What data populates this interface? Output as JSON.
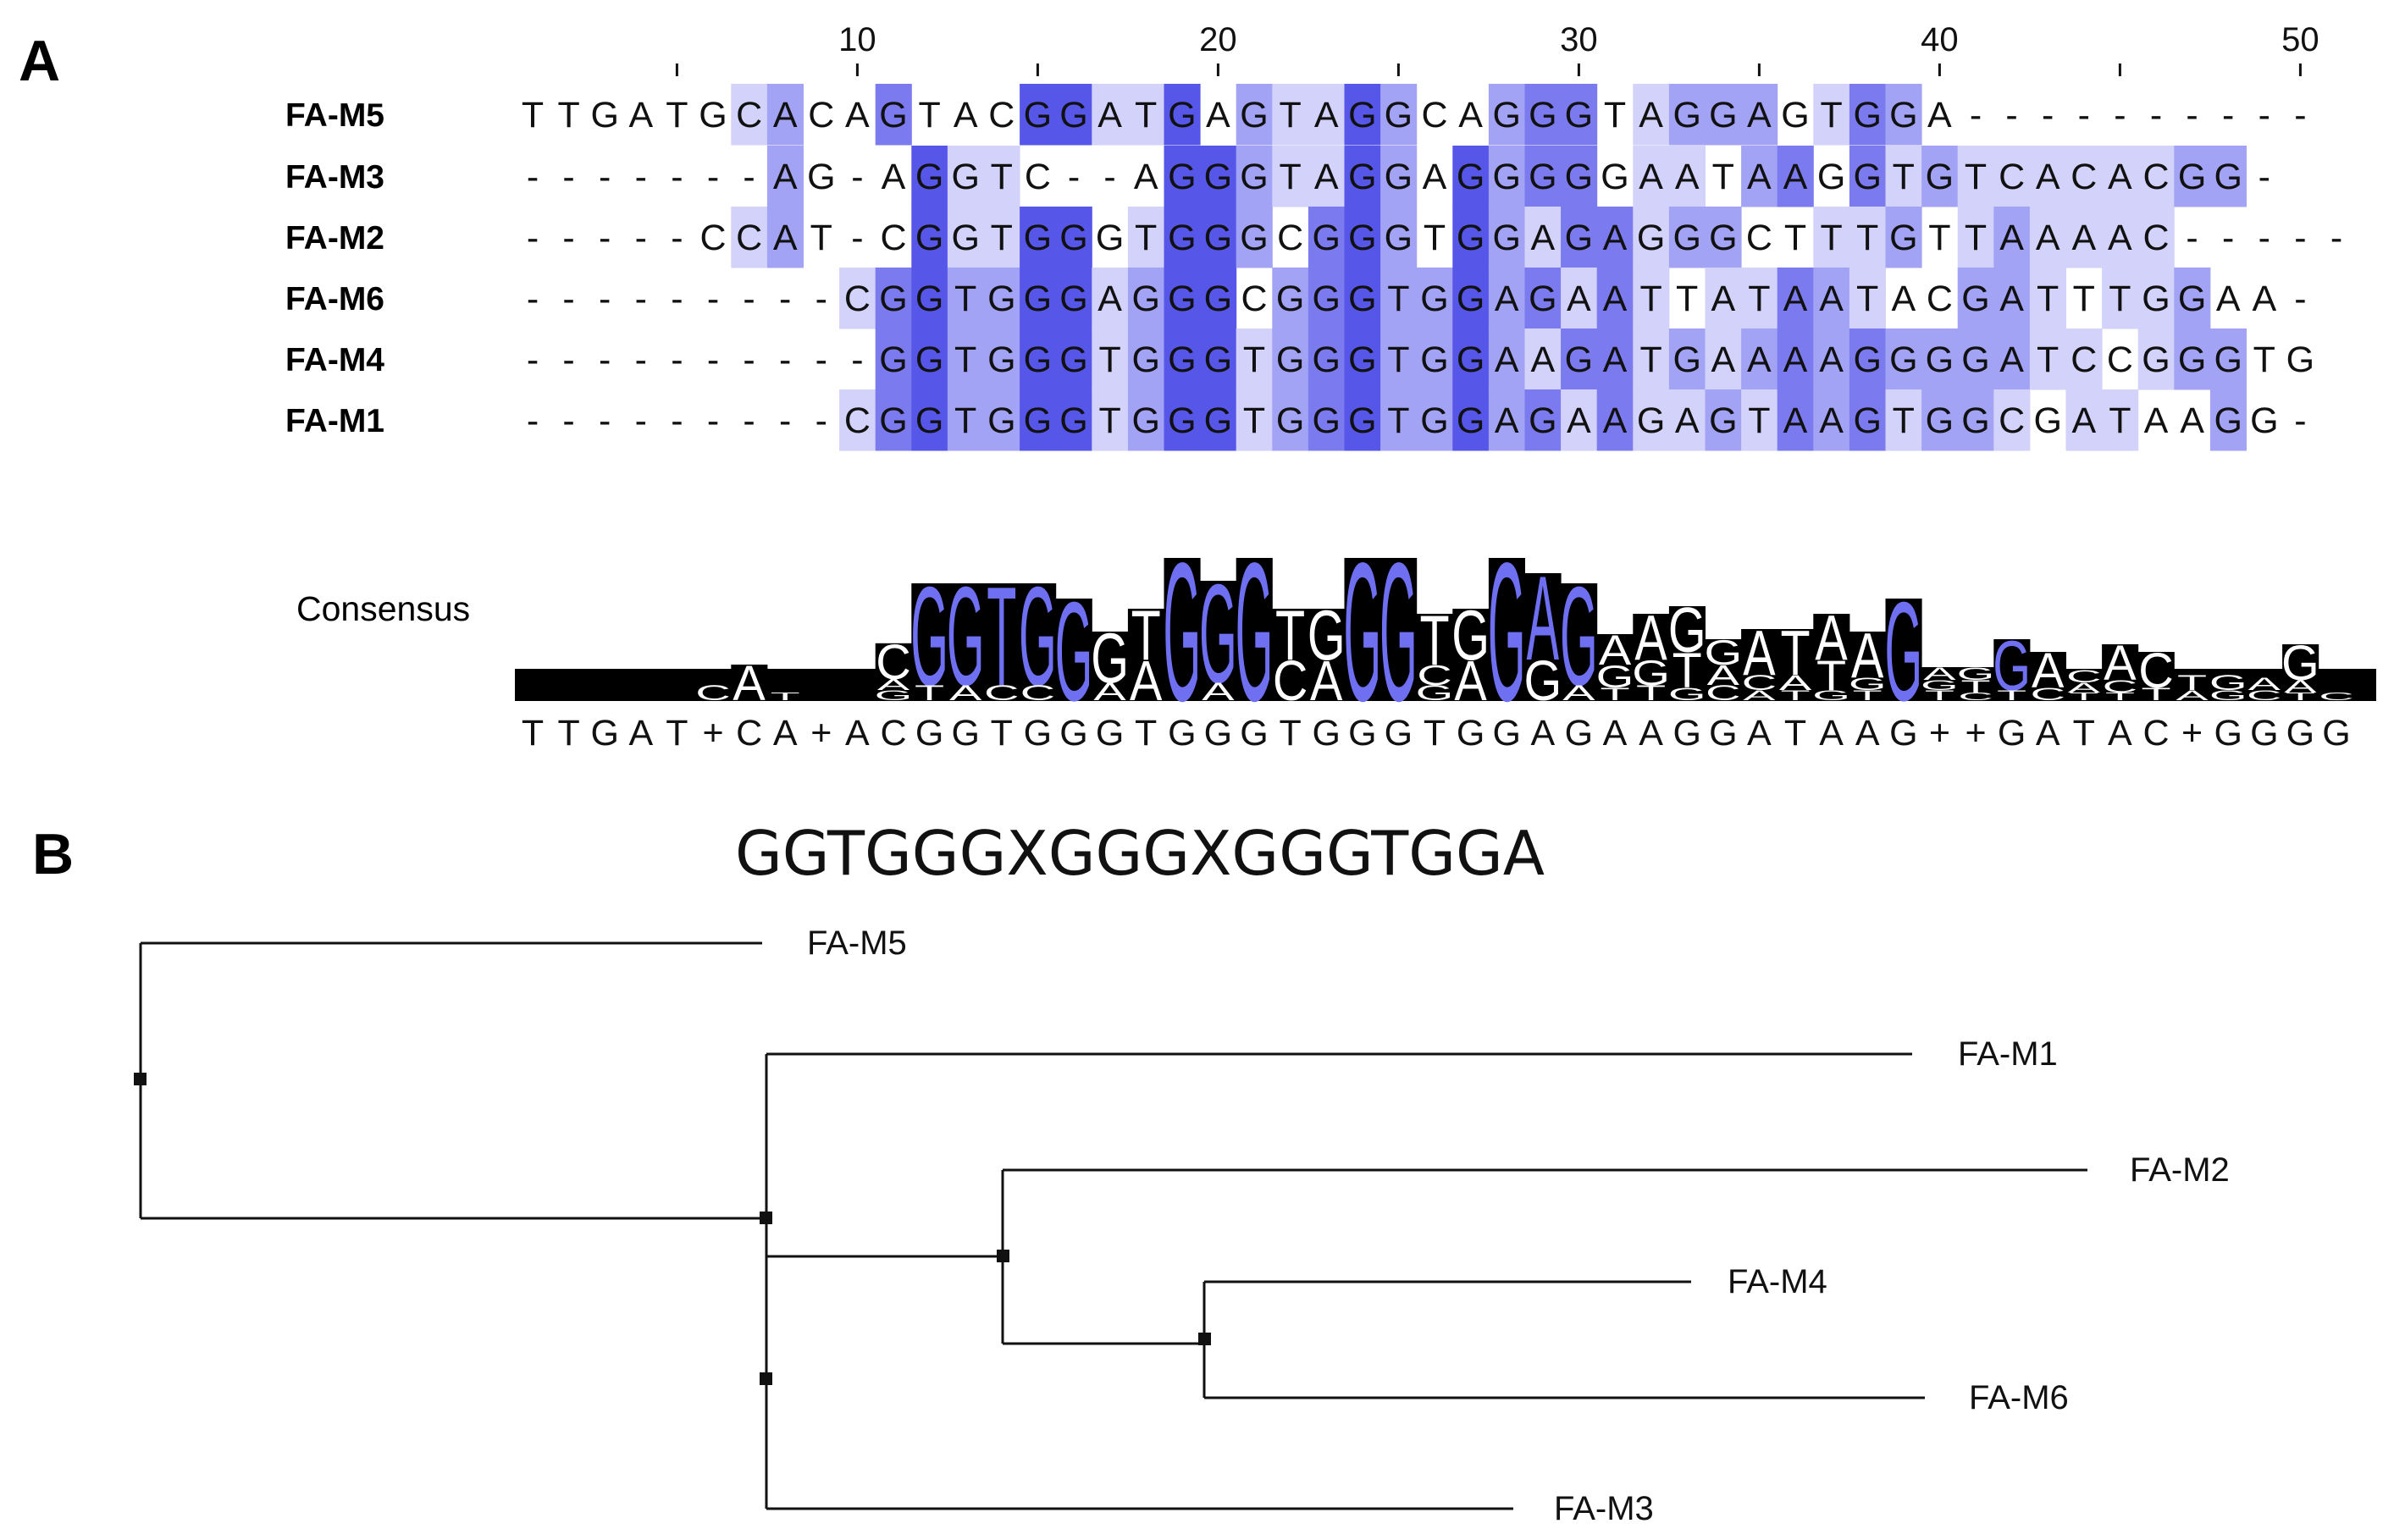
{
  "panel_a": {
    "label": "A",
    "ruler_ticks": [
      10,
      20,
      30,
      40,
      50
    ],
    "rows": [
      {
        "name": "FA-M5",
        "seq": "TTGATGCACAGTACGGATGAGTAGGCAGGGTAGGAGTGGA----------"
      },
      {
        "name": "FA-M3",
        "seq": "-------AG-AGGTC--AGGGTAGGAGGGGGAATAAGGTGTCACACGG-"
      },
      {
        "name": "FA-M2",
        "seq": "-----CCAT-CGGTGGGTGGGCGGGTGGAGAGGGCTTTGTTAAAAC-----"
      },
      {
        "name": "FA-M6",
        "seq": "---------CGGTGGGAGGGCGGGTGGAGAATTATAATACGATTTGGAA-"
      },
      {
        "name": "FA-M4",
        "seq": "----------GGTGGGTGGGTGGGTGGAAGATGAAAAGGGGATCCGGGTG"
      },
      {
        "name": "FA-M1",
        "seq": "---------CGGTGGGTGGGTGGGTGGAGAAGAGTAAGTGGCGATAAGG-"
      }
    ],
    "consensus_label": "Consensus",
    "consensus_seq": "TTGAT+CA+ACGGTGGGTGGGTGGGTGGAGAAGGATAAG++GATAC+GGGG",
    "logo_colors": {
      "background": "#000000",
      "letter_dominant": "#6f6ff2",
      "letter_other": "#ffffff"
    },
    "shade_colors": [
      "#d2d2fb",
      "#a3a3f5",
      "#7b7bef",
      "#5656e8"
    ],
    "logo": [
      [],
      [],
      [],
      [],
      [],
      [
        {
          "c": "C",
          "s": 0.3
        }
      ],
      [
        {
          "c": "A",
          "s": 0.7
        }
      ],
      [
        {
          "c": "T",
          "s": 0.15
        }
      ],
      [],
      [],
      [
        {
          "c": "C",
          "s": 0.7
        },
        {
          "c": "A",
          "s": 0.22
        },
        {
          "c": "G",
          "s": 0.2
        }
      ],
      [
        {
          "c": "G",
          "s": 2.0,
          "d": true
        },
        {
          "c": "T",
          "s": 0.3
        }
      ],
      [
        {
          "c": "G",
          "s": 2.0,
          "d": true
        },
        {
          "c": "A",
          "s": 0.3
        }
      ],
      [
        {
          "c": "T",
          "s": 2.0,
          "d": true
        },
        {
          "c": "C",
          "s": 0.3
        }
      ],
      [
        {
          "c": "G",
          "s": 2.0,
          "d": true
        },
        {
          "c": "C",
          "s": 0.3
        }
      ],
      [
        {
          "c": "G",
          "s": 2.0,
          "d": true
        }
      ],
      [
        {
          "c": "G",
          "s": 1.0
        },
        {
          "c": "A",
          "s": 0.35
        }
      ],
      [
        {
          "c": "T",
          "s": 1.0
        },
        {
          "c": "A",
          "s": 0.8
        }
      ],
      [
        {
          "c": "G",
          "s": 2.8,
          "d": true
        }
      ],
      [
        {
          "c": "G",
          "s": 2.0,
          "d": true
        },
        {
          "c": "A",
          "s": 0.35
        }
      ],
      [
        {
          "c": "G",
          "s": 2.8,
          "d": true
        }
      ],
      [
        {
          "c": "T",
          "s": 1.0
        },
        {
          "c": "C",
          "s": 0.8
        }
      ],
      [
        {
          "c": "G",
          "s": 1.0
        },
        {
          "c": "A",
          "s": 0.8
        }
      ],
      [
        {
          "c": "G",
          "s": 2.8,
          "d": true
        }
      ],
      [
        {
          "c": "G",
          "s": 2.8,
          "d": true
        }
      ],
      [
        {
          "c": "T",
          "s": 1.0
        },
        {
          "c": "C",
          "s": 0.4
        },
        {
          "c": "G",
          "s": 0.3
        }
      ],
      [
        {
          "c": "G",
          "s": 1.0
        },
        {
          "c": "A",
          "s": 0.8
        }
      ],
      [
        {
          "c": "G",
          "s": 2.8,
          "d": true
        }
      ],
      [
        {
          "c": "A",
          "s": 1.7,
          "d": true
        },
        {
          "c": "G",
          "s": 0.8
        }
      ],
      [
        {
          "c": "G",
          "s": 2.0,
          "d": true
        },
        {
          "c": "A",
          "s": 0.3
        }
      ],
      [
        {
          "c": "A",
          "s": 0.6
        },
        {
          "c": "G",
          "s": 0.45
        },
        {
          "c": "T",
          "s": 0.25
        }
      ],
      [
        {
          "c": "A",
          "s": 0.9
        },
        {
          "c": "G",
          "s": 0.5
        },
        {
          "c": "T",
          "s": 0.3
        }
      ],
      [
        {
          "c": "G",
          "s": 0.9
        },
        {
          "c": "T",
          "s": 0.7
        },
        {
          "c": "G",
          "s": 0.25
        }
      ],
      [
        {
          "c": "G",
          "s": 0.5
        },
        {
          "c": "A",
          "s": 0.4
        },
        {
          "c": "C",
          "s": 0.3
        }
      ],
      [
        {
          "c": "A",
          "s": 0.9
        },
        {
          "c": "C",
          "s": 0.3
        },
        {
          "c": "A",
          "s": 0.2
        }
      ],
      [
        {
          "c": "T",
          "s": 0.9
        },
        {
          "c": "A",
          "s": 0.3
        },
        {
          "c": "T",
          "s": 0.2
        }
      ],
      [
        {
          "c": "A",
          "s": 0.9
        },
        {
          "c": "T",
          "s": 0.6
        },
        {
          "c": "G",
          "s": 0.2
        }
      ],
      [
        {
          "c": "A",
          "s": 0.9
        },
        {
          "c": "G",
          "s": 0.25
        },
        {
          "c": "T",
          "s": 0.2
        }
      ],
      [
        {
          "c": "G",
          "s": 2.0,
          "d": true
        }
      ],
      [
        {
          "c": "A",
          "s": 0.25
        },
        {
          "c": "G",
          "s": 0.2
        },
        {
          "c": "T",
          "s": 0.2
        }
      ],
      [
        {
          "c": "G",
          "s": 0.25
        },
        {
          "c": "T",
          "s": 0.25
        },
        {
          "c": "C",
          "s": 0.15
        }
      ],
      [
        {
          "c": "G",
          "s": 1.0,
          "d": true
        },
        {
          "c": "T",
          "s": 0.2
        }
      ],
      [
        {
          "c": "A",
          "s": 0.7
        },
        {
          "c": "C",
          "s": 0.25
        }
      ],
      [
        {
          "c": "C",
          "s": 0.25
        },
        {
          "c": "A",
          "s": 0.2
        },
        {
          "c": "T",
          "s": 0.15
        }
      ],
      [
        {
          "c": "A",
          "s": 0.7
        },
        {
          "c": "C",
          "s": 0.25
        },
        {
          "c": "T",
          "s": 0.15
        }
      ],
      [
        {
          "c": "C",
          "s": 0.7
        },
        {
          "c": "T",
          "s": 0.25
        }
      ],
      [
        {
          "c": "T",
          "s": 0.3
        },
        {
          "c": "A",
          "s": 0.2
        }
      ],
      [
        {
          "c": "G",
          "s": 0.3
        },
        {
          "c": "G",
          "s": 0.2
        }
      ],
      [
        {
          "c": "A",
          "s": 0.25
        },
        {
          "c": "C",
          "s": 0.2
        }
      ],
      [
        {
          "c": "G",
          "s": 0.7
        },
        {
          "c": "A",
          "s": 0.25
        },
        {
          "c": "T",
          "s": 0.15
        }
      ],
      [
        {
          "c": "C",
          "s": 0.15
        }
      ]
    ]
  },
  "panel_b": {
    "label": "B",
    "motif": "GGTGGGXGGGXGGGTGGA",
    "leaves": [
      "FA-M5",
      "FA-M1",
      "FA-M2",
      "FA-M4",
      "FA-M6",
      "FA-M3"
    ]
  }
}
